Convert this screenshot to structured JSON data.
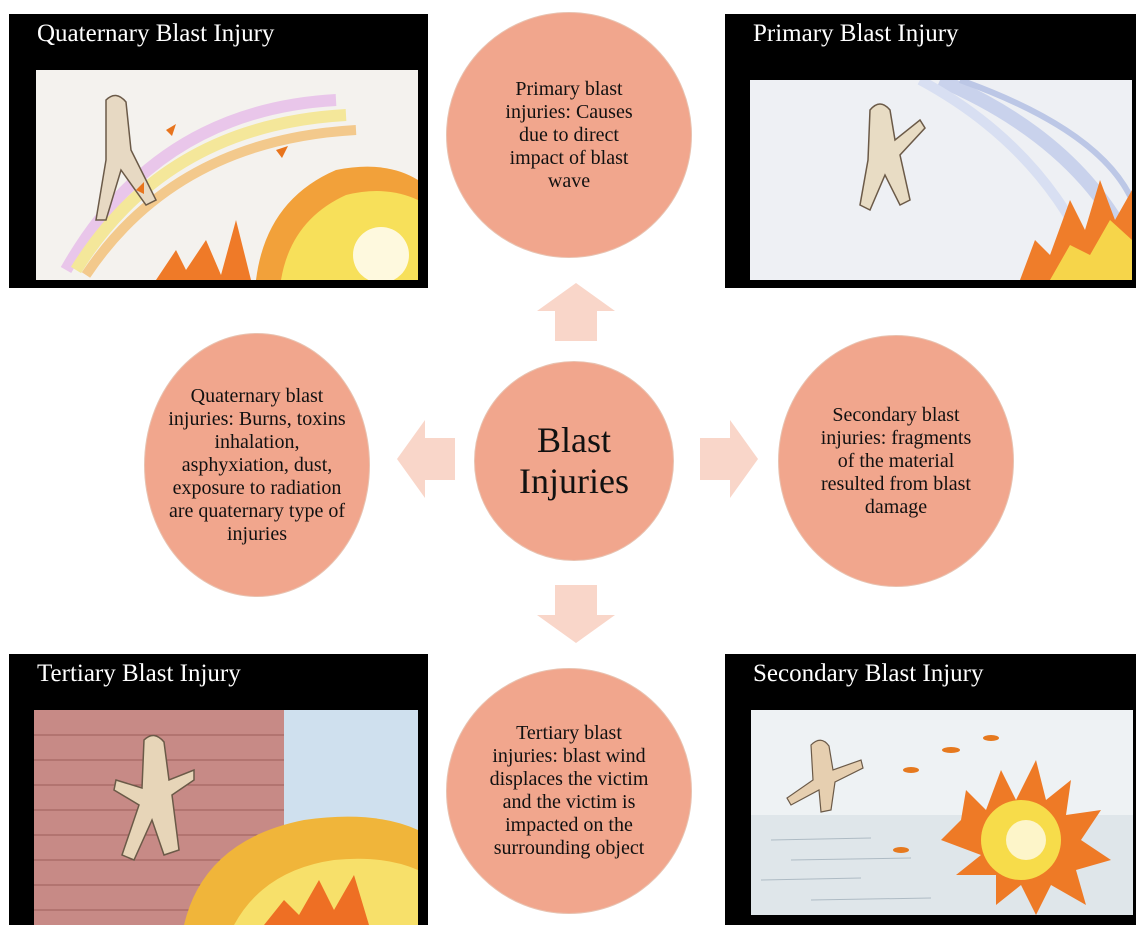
{
  "center": {
    "label": "Blast Injuries"
  },
  "circles": {
    "primary": "Primary blast injuries: Causes due to direct impact of blast wave",
    "secondary": "Secondary blast injuries: fragments of the material resulted from blast damage",
    "tertiary": "Tertiary blast injuries: blast wind displaces the victim and the victim is impacted on the surrounding object",
    "quaternary": "Quaternary blast injuries: Burns, toxins inhalation, asphyxiation, dust, exposure to radiation are quaternary type of injuries"
  },
  "panels": {
    "quaternary": "Quaternary Blast Injury",
    "primary": "Primary Blast Injury",
    "tertiary": "Tertiary Blast Injury",
    "secondary": "Secondary Blast Injury"
  },
  "colors": {
    "circle_fill": "#f1a68d",
    "arrow_fill": "#f9d6c9",
    "panel_bg": "#000000"
  }
}
